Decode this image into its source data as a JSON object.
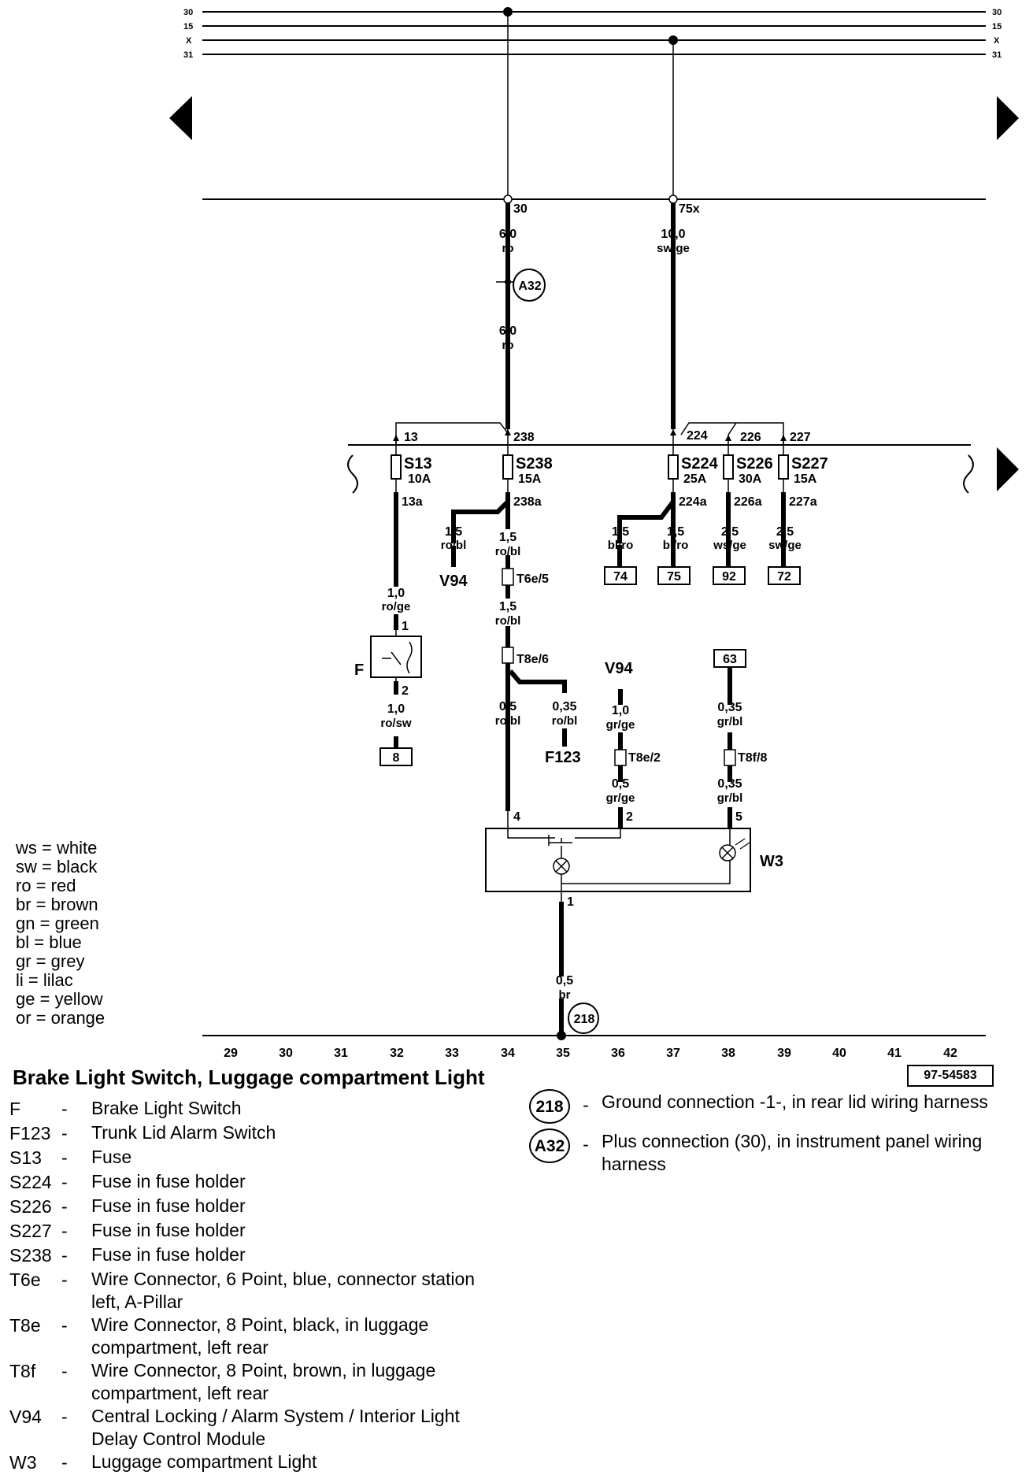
{
  "bus": {
    "left": [
      "30",
      "15",
      "X",
      "31"
    ],
    "right": [
      "30",
      "15",
      "X",
      "31"
    ]
  },
  "terminals": {
    "t30": "30",
    "t75x": "75x"
  },
  "wires": {
    "w30_a": [
      "6,0",
      "ro"
    ],
    "w30_b": [
      "6,0",
      "ro"
    ],
    "w75": [
      "10,0",
      "sw/ge"
    ],
    "w13a": [
      "1,0",
      "ro/ge"
    ],
    "wF2": [
      "1,0",
      "ro/sw"
    ],
    "wV94a": [
      "1,5",
      "ro/bl"
    ],
    "w238a": [
      "1,5",
      "ro/bl"
    ],
    "w238b": [
      "1,5",
      "ro/bl"
    ],
    "wW3_4": [
      "0,5",
      "ro/bl"
    ],
    "wF123": [
      "0,35",
      "ro/bl"
    ],
    "wV94b": [
      "1,0",
      "gr/ge"
    ],
    "wT8e2": [
      "0,5",
      "gr/ge"
    ],
    "w63": [
      "0,35",
      "gr/bl"
    ],
    "wT8f8": [
      "0,35",
      "gr/bl"
    ],
    "w74": [
      "1,5",
      "bl/ro"
    ],
    "w75b": [
      "1,5",
      "bl/ro"
    ],
    "w92": [
      "2,5",
      "ws/ge"
    ],
    "w72": [
      "2,5",
      "sw/ge"
    ],
    "wgnd": [
      "0,5",
      "br"
    ]
  },
  "fuses": {
    "s13": {
      "name": "S13",
      "rating": "10A",
      "in": "13",
      "out": "13a"
    },
    "s238": {
      "name": "S238",
      "rating": "15A",
      "in": "238",
      "out": "238a"
    },
    "s224": {
      "name": "S224",
      "rating": "25A",
      "in": "224",
      "out": "224a"
    },
    "s226": {
      "name": "S226",
      "rating": "30A",
      "in": "226",
      "out": "226a"
    },
    "s227": {
      "name": "S227",
      "rating": "15A",
      "in": "227",
      "out": "227a"
    }
  },
  "refs": {
    "r74": "74",
    "r75": "75",
    "r92": "92",
    "r72": "72",
    "r8": "8",
    "r63": "63"
  },
  "connectors": {
    "t6e5": "T6e/5",
    "t8e6": "T8e/6",
    "t8e2": "T8e/2",
    "t8f8": "T8f/8"
  },
  "components": {
    "f": "F",
    "f123": "F123",
    "v94a": "V94",
    "v94b": "V94",
    "w3": "W3"
  },
  "pins": {
    "p1": "1",
    "p2": "2",
    "p4": "4",
    "p2b": "2",
    "p5": "5",
    "p1b": "1"
  },
  "circles": {
    "a32": "A32",
    "g218": "218"
  },
  "tracks": [
    "29",
    "30",
    "31",
    "32",
    "33",
    "34",
    "35",
    "36",
    "37",
    "38",
    "39",
    "40",
    "41",
    "42"
  ],
  "color_legend": [
    [
      "ws",
      "white"
    ],
    [
      "sw",
      "black"
    ],
    [
      "ro",
      "red"
    ],
    [
      "br",
      "brown"
    ],
    [
      "gn",
      "green"
    ],
    [
      "bl",
      "blue"
    ],
    [
      "gr",
      "grey"
    ],
    [
      "li",
      "lilac"
    ],
    [
      "ge",
      "yellow"
    ],
    [
      "or",
      "orange"
    ]
  ],
  "title": "Brake Light Switch, Luggage compartment Light",
  "doc_number": "97-54583",
  "parts": [
    {
      "code": "F",
      "desc": "Brake Light Switch"
    },
    {
      "code": "F123",
      "desc": "Trunk Lid Alarm Switch"
    },
    {
      "code": "S13",
      "desc": "Fuse"
    },
    {
      "code": "S224",
      "desc": "Fuse in fuse holder"
    },
    {
      "code": "S226",
      "desc": "Fuse in fuse holder"
    },
    {
      "code": "S227",
      "desc": "Fuse in fuse holder"
    },
    {
      "code": "S238",
      "desc": "Fuse in fuse holder"
    },
    {
      "code": "T6e",
      "desc": "Wire Connector, 6 Point, blue, connector station left, A-Pillar"
    },
    {
      "code": "T8e",
      "desc": "Wire Connector, 8 Point, black, in luggage compartment, left rear"
    },
    {
      "code": "T8f",
      "desc": "Wire Connector, 8 Point, brown, in luggage compartment, left rear"
    },
    {
      "code": "V94",
      "desc": "Central Locking / Alarm System / Interior Light Delay Control Module"
    },
    {
      "code": "W3",
      "desc": "Luggage compartment Light"
    }
  ],
  "connections": [
    {
      "code": "218",
      "desc": "Ground connection -1-, in rear lid wiring harness"
    },
    {
      "code": "A32",
      "desc": "Plus connection (30), in instrument panel wiring harness"
    }
  ]
}
